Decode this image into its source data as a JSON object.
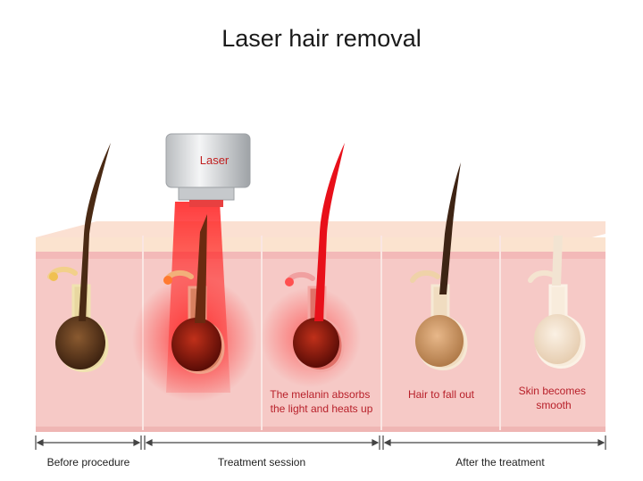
{
  "title": "Laser hair removal",
  "laser_label": "Laser",
  "stage_captions": [
    "The melanin absorbs\nthe light and heats up",
    "Hair to fall out",
    "Skin becomes\nsmooth"
  ],
  "timeline": [
    "Before procedure",
    "Treatment session",
    "After the treatment"
  ],
  "colors": {
    "skin": "#f6c9c6",
    "skin_top": "#fbe3cf",
    "hair_dark": "#4a2a14",
    "laser_red": "#e8101a",
    "caption": "#b8202a"
  }
}
